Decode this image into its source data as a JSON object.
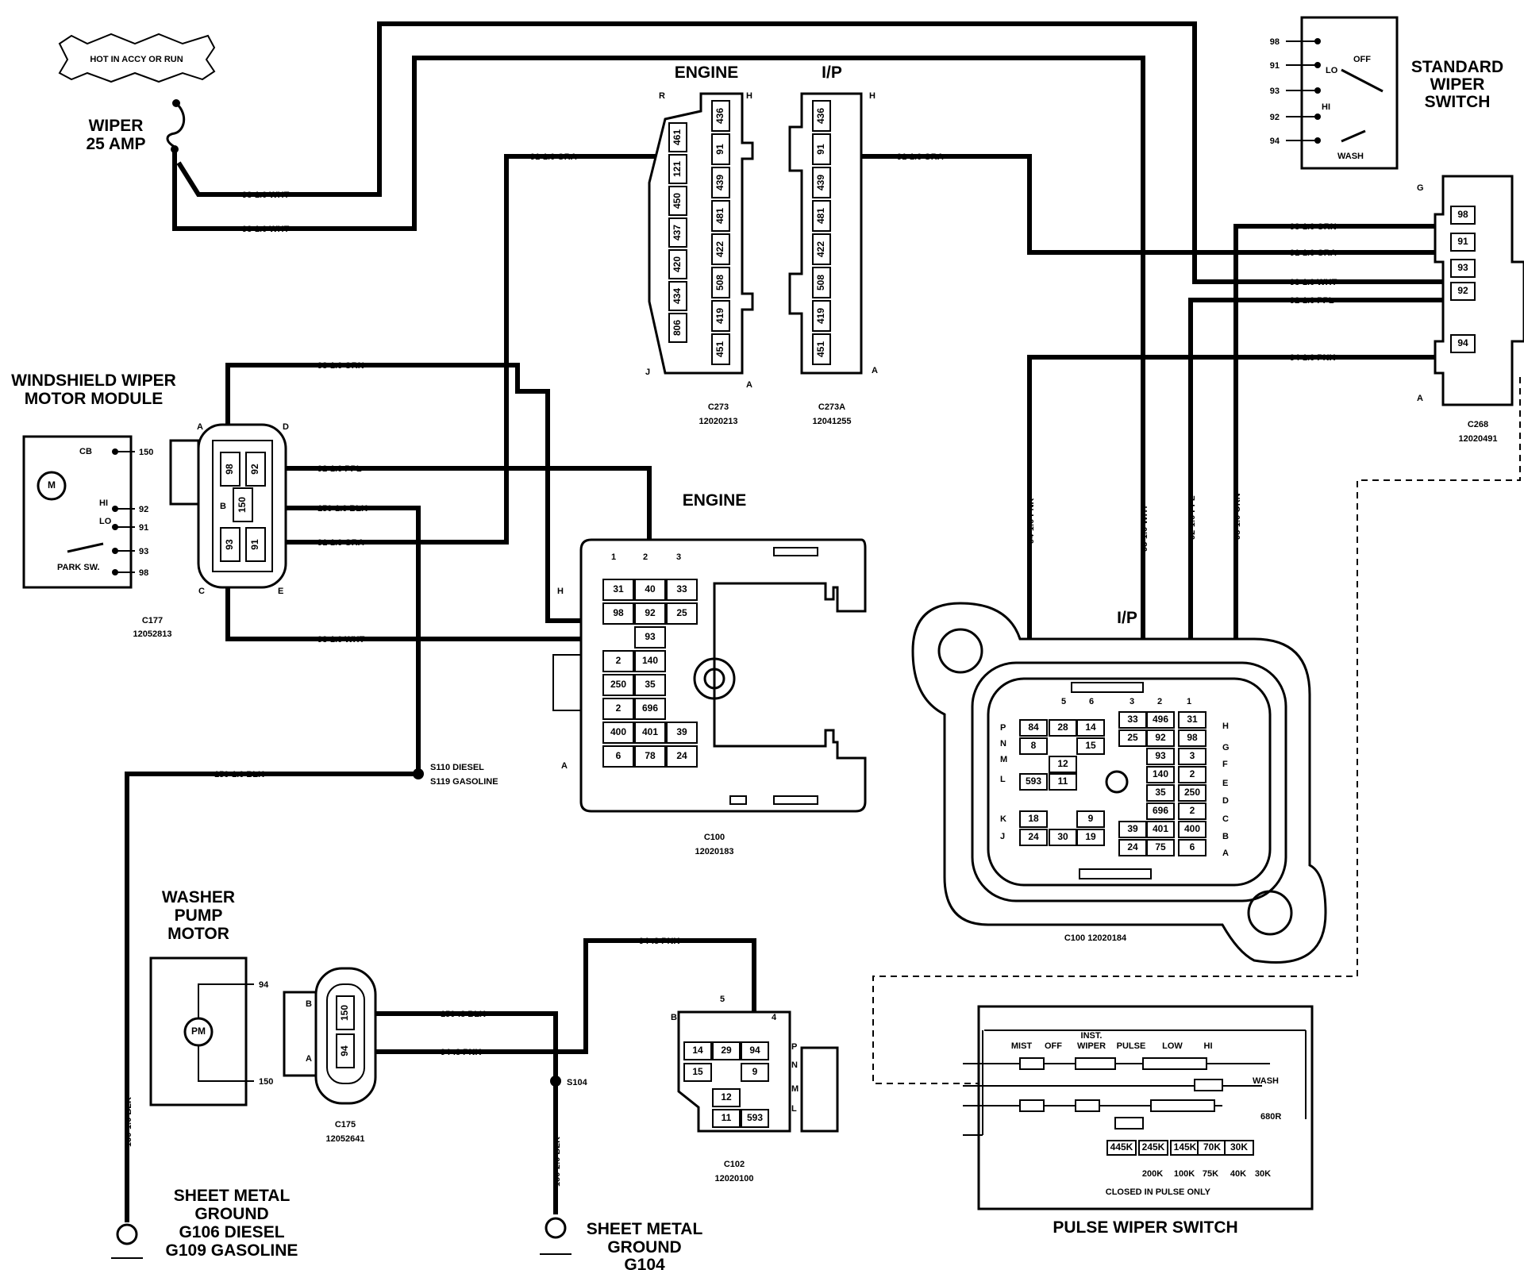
{
  "fuse": {
    "hot_label": "HOT IN ACCY OR RUN",
    "name": "WIPER",
    "rating": "25 AMP"
  },
  "components": {
    "motor_module": [
      "WINDSHIELD WIPER",
      "MOTOR MODULE"
    ],
    "motor_labels": {
      "cb": "CB",
      "m": "M",
      "hi": "HI",
      "lo": "LO",
      "park": "PARK SW."
    },
    "standard_switch": [
      "STANDARD",
      "WIPER",
      "SWITCH"
    ],
    "std_switch_labels": {
      "lo": "LO",
      "off": "OFF",
      "hi": "HI",
      "wash": "WASH"
    },
    "washer_pump": [
      "WASHER",
      "PUMP",
      "MOTOR"
    ],
    "pm": "PM",
    "pulse_switch": "PULSE  WIPER SWITCH",
    "pulse_cols": [
      "MIST",
      "OFF",
      "INST.",
      "WIPER",
      "PULSE",
      "LOW",
      "HI"
    ],
    "pulse_wash": "WASH",
    "pulse_680": "680R",
    "resistors": [
      "445K",
      "245K",
      "145K",
      "70K",
      "30K"
    ],
    "resistor_values": [
      "200K",
      "100K",
      "75K",
      "40K",
      "30K"
    ],
    "pulse_note": "CLOSED IN PULSE ONLY"
  },
  "grounds": {
    "g106": [
      "SHEET METAL",
      "GROUND",
      "G106 DIESEL",
      "G109 GASOLINE"
    ],
    "g104": [
      "SHEET METAL",
      "GROUND",
      "G104"
    ]
  },
  "splices": {
    "s110": [
      "S110 DIESEL",
      "S119 GASOLINE"
    ],
    "s104": "S104"
  },
  "headers": {
    "engine_top": "ENGINE",
    "ip_top": "I/P",
    "engine_mid": "ENGINE",
    "ip_right": "I/P"
  },
  "wires": {
    "w93_top": "93-1.0 WHT",
    "w93_low": "93-1.0 WHT",
    "w91_left": "91-1.0 GRA",
    "w91_right": "91-1.0 GRA",
    "w98_mod": "98-1.0 ORN",
    "w92_mod": "92-1.0 PPL",
    "w150_mod": "150-1.0 BLK",
    "w91_mod": "91-1.0 GRA",
    "w93_mod": "93-1.0 WHT",
    "w150_horiz": "150-1.0 BLK",
    "w150_vert": "150-1.0 BLK",
    "w150_2": "150-2.0 BLK",
    "w98_c268": "98-1.0 ORN",
    "w91_c268": "91-1.0 GRA",
    "w93_c268": "93-1.0 WHT",
    "w92_c268": "92-1.0 PPL",
    "w94_c268": "94-1.0 PNK",
    "v94": "94-1.0 PNK",
    "v93": "93-1.0 WHT",
    "v92": "92-1.0 PPL",
    "v98": "98-1.0 ORN",
    "w150_c175": "150-.8 BLK",
    "w94_c175": "94-.8 PNK",
    "w94_top": "94-.8 PNK"
  },
  "connectors": {
    "c273": {
      "name": "C273",
      "part": "12020213",
      "corner_tl": "R",
      "corner_tr": "H",
      "corner_bl": "J",
      "corner_br": "A",
      "left": [
        "461",
        "121",
        "450",
        "437",
        "420",
        "434",
        "806"
      ],
      "right": [
        "436",
        "91",
        "439",
        "481",
        "422",
        "508",
        "419",
        "451"
      ]
    },
    "c273a": {
      "name": "C273A",
      "part": "12041255",
      "corner_tr": "H",
      "corner_br": "A",
      "pins": [
        "436",
        "91",
        "439",
        "481",
        "422",
        "508",
        "419",
        "451"
      ]
    },
    "c268": {
      "name": "C268",
      "part": "12020491",
      "corner_tl": "G",
      "corner_bl": "A",
      "pins": [
        "98",
        "91",
        "93",
        "92",
        "94"
      ]
    },
    "c177": {
      "name": "C177",
      "part": "12052813",
      "corners": [
        "A",
        "D",
        "B",
        "C",
        "E"
      ],
      "pins": [
        "98",
        "92",
        "150",
        "93",
        "91"
      ]
    },
    "c100": {
      "name": "C100",
      "part": "12020183",
      "cols": [
        "1",
        "2",
        "3"
      ],
      "h": "H",
      "a": "A",
      "rows": [
        [
          "31",
          "40",
          "33"
        ],
        [
          "98",
          "92",
          "25"
        ],
        [
          "93"
        ],
        [
          "2",
          "140"
        ],
        [
          "250",
          "35"
        ],
        [
          "2",
          "696"
        ],
        [
          "400",
          "401",
          "39"
        ],
        [
          "6",
          "78",
          "24"
        ]
      ]
    },
    "c100b": {
      "name": "C100  12020184",
      "cols": [
        "5",
        "6",
        "3",
        "2",
        "1"
      ],
      "left_rows": [
        "P",
        "N",
        "M",
        "L",
        "K",
        "J"
      ],
      "right_rows": [
        "H",
        "G",
        "F",
        "E",
        "D",
        "C",
        "B",
        "A"
      ],
      "left_cells": [
        "84",
        "28",
        "14",
        "8",
        "15",
        "12",
        "593",
        "11",
        "18",
        "9",
        "24",
        "30",
        "19"
      ],
      "right_cells": [
        "33",
        "496",
        "31",
        "25",
        "92",
        "98",
        "93",
        "3",
        "140",
        "2",
        "35",
        "250",
        "696",
        "2",
        "39",
        "401",
        "400",
        "24",
        "75",
        "6"
      ]
    },
    "c175": {
      "name": "C175",
      "part": "12052641",
      "corners": [
        "B",
        "A"
      ],
      "pins": [
        "150",
        "94"
      ]
    },
    "c102": {
      "name": "C102",
      "part": "12020100",
      "corners": [
        "5",
        "B",
        "4",
        "P",
        "N",
        "M",
        "L"
      ],
      "cells": [
        "14",
        "29",
        "94",
        "15",
        "9",
        "12",
        "11",
        "593"
      ]
    }
  },
  "switch_pins": {
    "std": [
      "98",
      "91",
      "93",
      "92",
      "94"
    ],
    "motor": [
      "150",
      "92",
      "91",
      "93",
      "98"
    ],
    "pump": [
      "94",
      "150"
    ]
  }
}
